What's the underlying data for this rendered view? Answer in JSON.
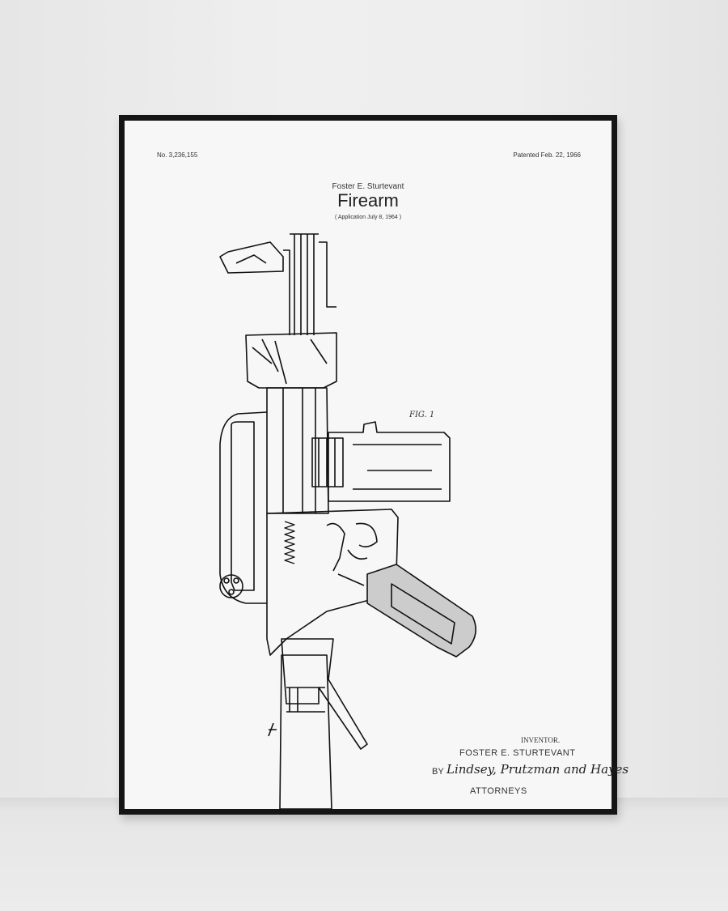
{
  "poster": {
    "patent_number": "No. 3,236,155",
    "patent_date": "Patented Feb. 22, 1966",
    "inventor": "Foster E. Sturtevant",
    "title": "Firearm",
    "application": "( Application July 8, 1964 )",
    "figure_label": "FIG. 1",
    "inventor_label": "INVENTOR.",
    "inventor_caps": "FOSTER  E. STURTEVANT",
    "by_label": "BY",
    "attorneys_signature": "Lindsey, Prutzman and Hayes",
    "attorneys_label": "ATTORNEYS"
  }
}
